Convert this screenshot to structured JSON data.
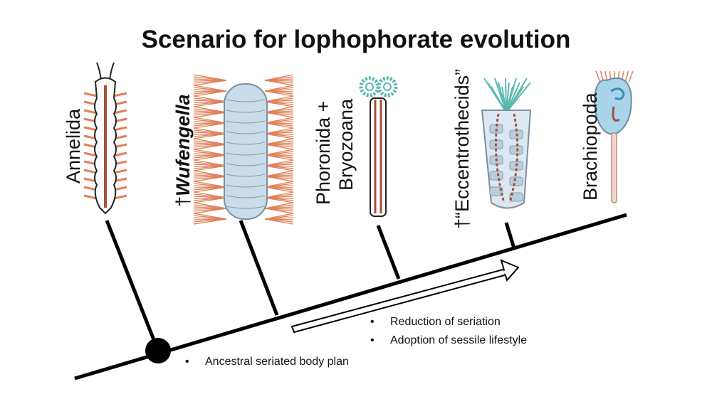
{
  "title": "Scenario for lophophorate evolution",
  "dagger": "†",
  "taxa": {
    "annelida": "Annelida",
    "wufengella": "Wufengella",
    "phoronida_line1": "Phoronida +",
    "phoronida_line2": "Bryozoana",
    "eccentrothecids": "“Eccentrothecids”",
    "brachiopoda": "Brachiopoda"
  },
  "notes": {
    "ancestral": "Ancestral seriated body plan",
    "trend_1": "Reduction of seriation",
    "trend_2": "Adoption of sessile lifestyle"
  },
  "bullet_glyph": "•",
  "colors": {
    "line": "#000000",
    "bristle": "#e0815a",
    "gut": "#a0523a",
    "tentacle": "#5ab8b0",
    "body_blue": "#c9dcea",
    "body_outline": "#8a9aa8"
  },
  "icons": [
    "annelid-worm-icon",
    "wufengella-fossil-icon",
    "phoronid-bryozoan-icon",
    "eccentrothecid-fossil-icon",
    "brachiopod-icon"
  ]
}
